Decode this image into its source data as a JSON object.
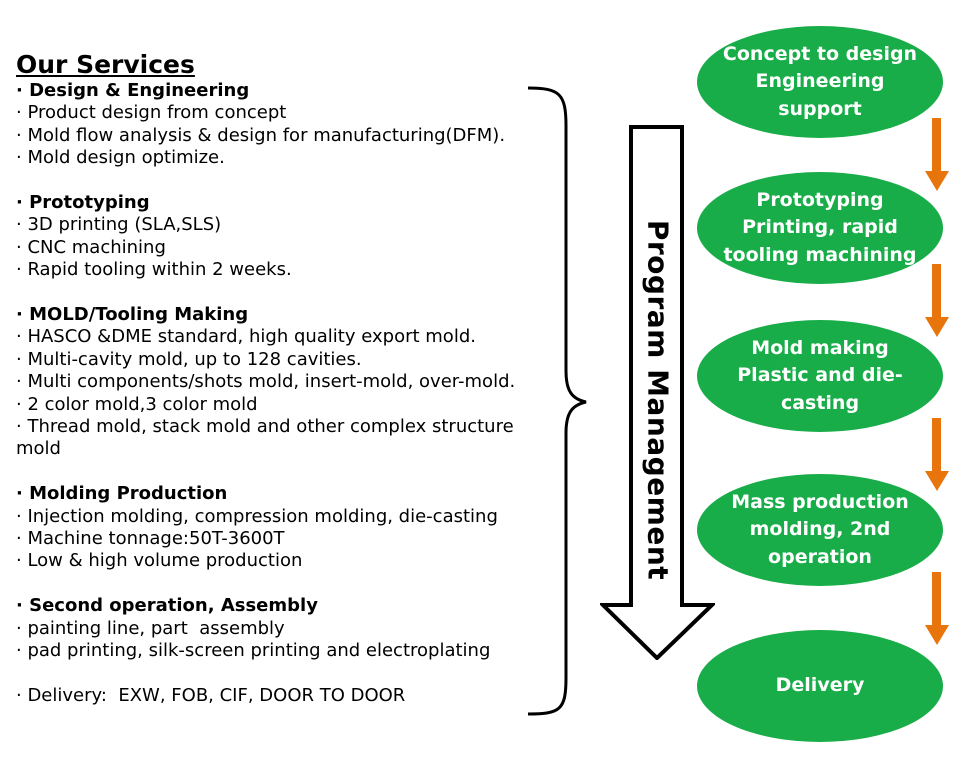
{
  "services": {
    "title": "Our Services",
    "groups": [
      {
        "heading": "· Design & Engineering",
        "items": [
          "· Product design from concept",
          "· Mold flow analysis & design for manufacturing(DFM).",
          "· Mold design optimize."
        ]
      },
      {
        "heading": "· Prototyping",
        "items": [
          "· 3D printing (SLA,SLS)",
          "· CNC machining",
          "· Rapid tooling within 2 weeks."
        ]
      },
      {
        "heading": "· MOLD/Tooling Making",
        "items": [
          "· HASCO &DME standard, high quality export mold.",
          "· Multi-cavity mold, up to 128 cavities.",
          "· Multi components/shots mold, insert-mold, over-mold.",
          "· 2 color mold,3 color mold",
          "· Thread mold, stack mold and other complex structure mold"
        ]
      },
      {
        "heading": "· Molding Production",
        "items": [
          "· Injection molding, compression molding, die-casting",
          "· Machine tonnage:50T-3600T",
          "· Low & high volume production"
        ]
      },
      {
        "heading": "· Second operation, Assembly",
        "items": [
          "· painting line, part  assembly",
          "· pad printing, silk-screen printing and electroplating"
        ]
      }
    ],
    "delivery": "· Delivery:  EXW, FOB, CIF, DOOR TO DOOR"
  },
  "program_management": "Program Management",
  "stages": [
    "Concept to design\nEngineering\nsupport",
    "Prototyping\nPrinting, rapid\ntooling machining",
    "Mold making\nPlastic and die-\ncasting",
    "Mass production\nmolding, 2nd\noperation",
    "Delivery"
  ],
  "colors": {
    "stage_fill": "#18ad48",
    "stage_text": "#ffffff",
    "flow_arrow": "#e8740c",
    "text": "#000000"
  }
}
